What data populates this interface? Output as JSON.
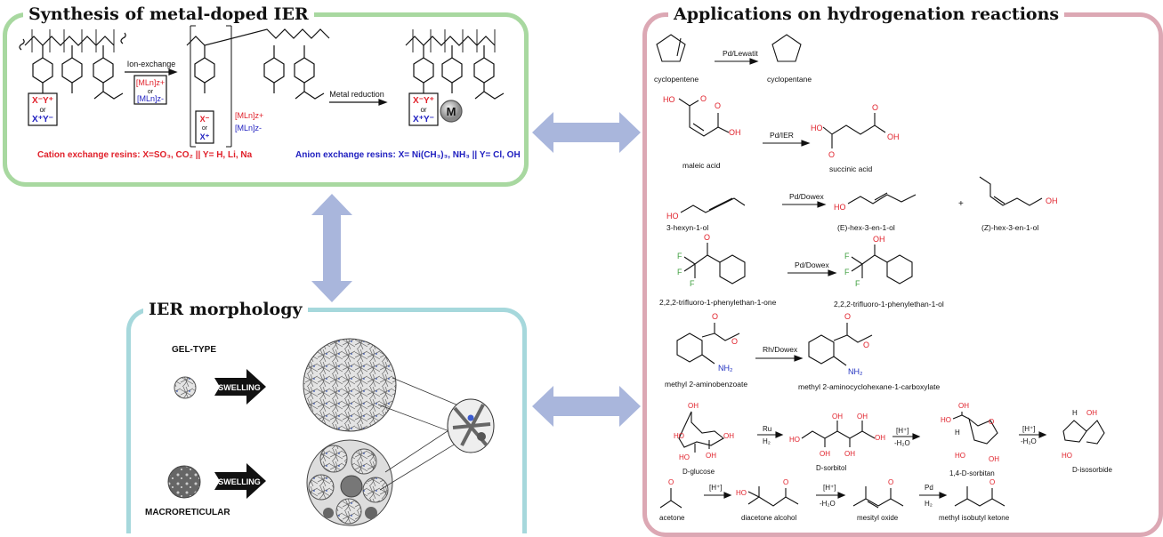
{
  "panels": {
    "synthesis": {
      "title": "Synthesis of metal-doped IER",
      "step1_label": "Ion-exchange",
      "step2_label": "Metal reduction",
      "reagent_cation": "[MLn]z+",
      "reagent_or": "or",
      "reagent_anion": "[MLn]z-",
      "group_cation": "X⁻Y⁺",
      "group_or": "or",
      "group_anion": "X⁺Y⁻",
      "metal_label": "M",
      "cation_note": "Cation exchange resins: X=SO₃, CO₂ || Y= H, Li, Na",
      "anion_note": "Anion exchange resins: X= Ni(CH₃)₃, NH₃ || Y= Cl, OH",
      "colors": {
        "cation": "#e0202a",
        "anion": "#2020c0"
      }
    },
    "morphology": {
      "title": "IER morphology",
      "gel_label": "GEL-TYPE",
      "macro_label": "MACRORETICULAR",
      "swelling_label": "SWELLING"
    },
    "applications": {
      "title": "Applications on hydrogenation reactions",
      "reactions": [
        {
          "reactant": "cyclopentene",
          "catalyst": "Pd/Lewatit",
          "products": [
            "cyclopentane"
          ]
        },
        {
          "reactant": "maleic acid",
          "catalyst": "Pd/IER",
          "products": [
            "succinic acid"
          ]
        },
        {
          "reactant": "3-hexyn-1-ol",
          "catalyst": "Pd/Dowex",
          "products": [
            "(E)-hex-3-en-1-ol",
            "(Z)-hex-3-en-1-ol"
          ],
          "plus": "+"
        },
        {
          "reactant": "2,2,2-trifluoro-1-phenylethan-1-one",
          "catalyst": "Pd/Dowex",
          "products": [
            "2,2,2-trifluoro-1-phenylethan-1-ol"
          ]
        },
        {
          "reactant": "methyl 2-aminobenzoate",
          "catalyst": "Rh/Dowex",
          "products": [
            "methyl 2-aminocyclohexane-1-carboxylate"
          ]
        },
        {
          "steps": [
            "D-glucose",
            "D-sorbitol",
            "1,4-D-sorbitan",
            "D-isosorbide"
          ],
          "conditions": [
            [
              "Ru",
              "H₂"
            ],
            [
              "[H⁺]",
              "-H₂O"
            ],
            [
              "[H⁺]",
              "-H₂O"
            ]
          ]
        },
        {
          "steps": [
            "acetone",
            "diacetone alcohol",
            "mesityl oxide",
            "methyl isobutyl ketone"
          ],
          "conditions": [
            [
              "[H⁺]",
              ""
            ],
            [
              "[H⁺]",
              "-H₂O"
            ],
            [
              "Pd",
              "H₂"
            ]
          ]
        }
      ],
      "atom_labels": {
        "O": "O",
        "OH": "OH",
        "HO": "HO",
        "F": "F",
        "NH2": "NH₂",
        "H": "H"
      }
    }
  },
  "colors": {
    "synthesis_border": "#a8d8a0",
    "morphology_border": "#a6d8dc",
    "applications_border": "#dca8b4",
    "connector_arrow": "#a9b6dc",
    "oxygen": "#e0202a",
    "nitrogen": "#2030c0",
    "fluorine": "#40a040"
  }
}
